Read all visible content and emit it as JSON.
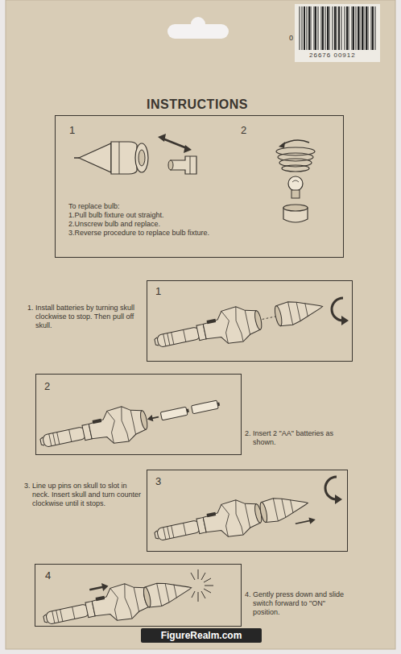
{
  "diagram": {
    "title": "INSTRUCTIONS",
    "nodes": [
      {
        "text": [
          "1",
          "2",
          "To replace bulb:",
          "1.Pull bulb fixture out straight.",
          "2.Unscrew bulb and replace.",
          "3.Reverse procedure to replace bulb fixture."
        ]
      },
      {
        "text": [
          "1"
        ]
      },
      {
        "text": [
          "2"
        ]
      },
      {
        "text": [
          "3"
        ]
      },
      {
        "text": [
          "4"
        ]
      }
    ],
    "labels": [
      "0",
      "26676 00912",
      "1. Install batteries by turning skull clockwise to stop. Then pull off skull.",
      "2. Insert 2 \"AA\" batteries as shown.",
      "3. Line up pins on skull to slot in neck. Insert skull and turn counter clockwise until it stops.",
      "4. Gently press down and slide switch forward to \"ON\" position.",
      "FigureRealm.com"
    ]
  }
}
